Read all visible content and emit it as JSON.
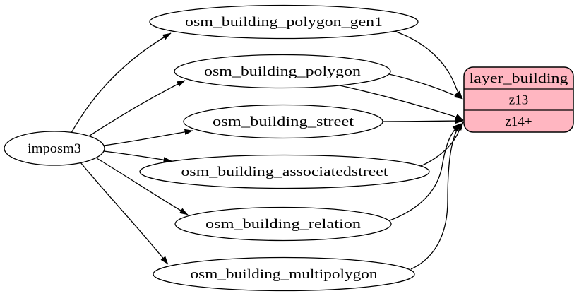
{
  "diagram": {
    "type": "etl-graph",
    "colors": {
      "layer_fill": "#ffb6c1",
      "table_fill": "#ffffff",
      "stroke": "#000000",
      "background": "#ffffff"
    },
    "source": {
      "label": "imposm3"
    },
    "tables": [
      {
        "label": "osm_building_polygon_gen1"
      },
      {
        "label": "osm_building_polygon"
      },
      {
        "label": "osm_building_street"
      },
      {
        "label": "osm_building_associatedstreet"
      },
      {
        "label": "osm_building_relation"
      },
      {
        "label": "osm_building_multipolygon"
      }
    ],
    "layer": {
      "title": "layer_building",
      "rows": [
        "z13",
        "z14+"
      ]
    },
    "edges": [
      {
        "from": "imposm3",
        "to": "osm_building_polygon_gen1"
      },
      {
        "from": "imposm3",
        "to": "osm_building_polygon"
      },
      {
        "from": "imposm3",
        "to": "osm_building_street"
      },
      {
        "from": "imposm3",
        "to": "osm_building_associatedstreet"
      },
      {
        "from": "imposm3",
        "to": "osm_building_relation"
      },
      {
        "from": "imposm3",
        "to": "osm_building_multipolygon"
      },
      {
        "from": "osm_building_polygon_gen1",
        "to": "layer_building.z13"
      },
      {
        "from": "osm_building_polygon",
        "to": "layer_building.z13"
      },
      {
        "from": "osm_building_polygon",
        "to": "layer_building.z14+"
      },
      {
        "from": "osm_building_street",
        "to": "layer_building.z14+"
      },
      {
        "from": "osm_building_associatedstreet",
        "to": "layer_building.z14+"
      },
      {
        "from": "osm_building_relation",
        "to": "layer_building.z14+"
      },
      {
        "from": "osm_building_multipolygon",
        "to": "layer_building.z14+"
      }
    ]
  }
}
